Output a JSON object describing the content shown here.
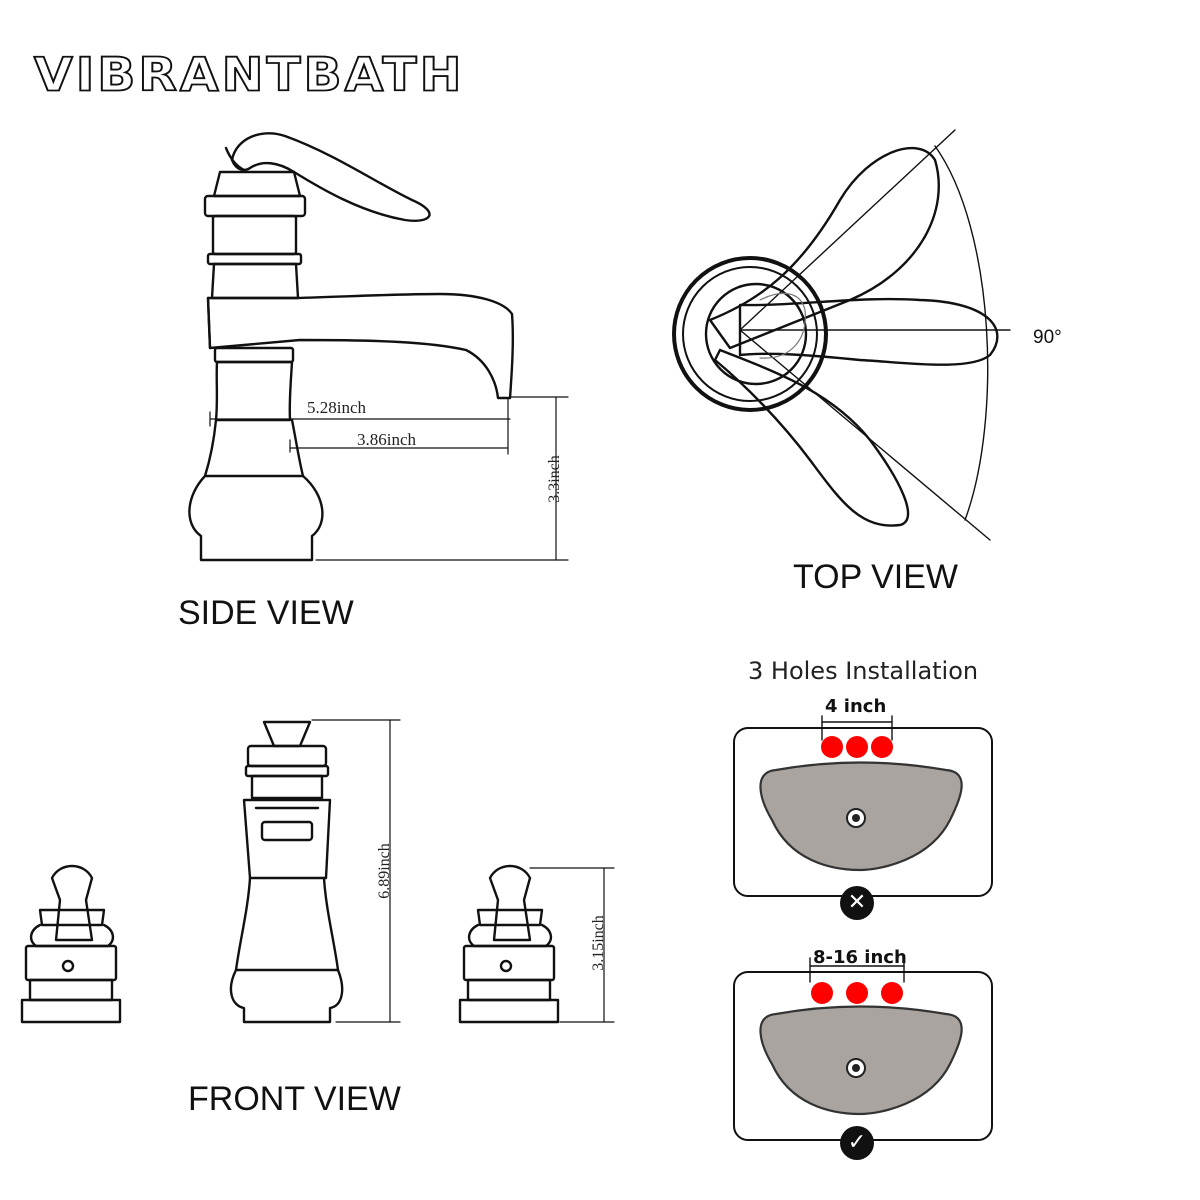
{
  "brand": "VIBRANTBATH",
  "views": {
    "side": "SIDE VIEW",
    "top": "TOP VIEW",
    "front": "FRONT VIEW"
  },
  "dimensions": {
    "spout_reach_total": "5.28inch",
    "spout_reach": "3.86inch",
    "spout_height": "3.3inch",
    "total_height": "6.89inch",
    "handle_height": "3.15inch",
    "handle_rotation": "90°"
  },
  "installation": {
    "title": "3 Holes Installation",
    "wrong_spacing": "4 inch",
    "right_spacing": "8-16 inch",
    "wrong_icon": "cross-icon",
    "right_icon": "check-icon",
    "hole_color": "#ff0000",
    "basin_color": "#a9a4a0"
  }
}
